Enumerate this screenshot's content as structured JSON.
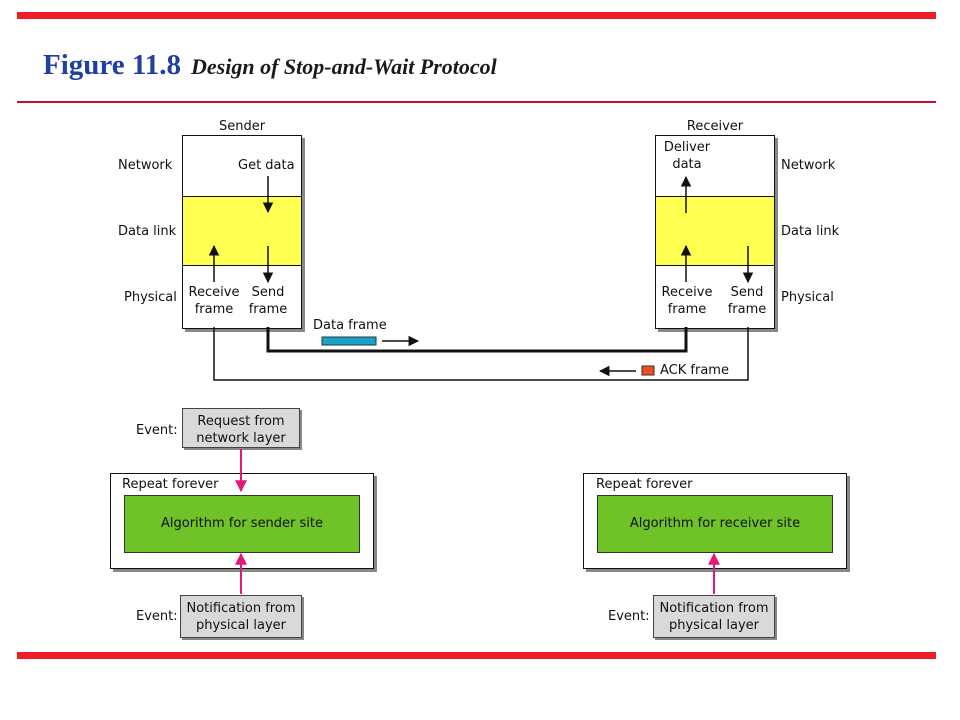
{
  "header": {
    "figure_number": "Figure 11.8",
    "caption": "Design of Stop-and-Wait Protocol"
  },
  "sender": {
    "title": "Sender",
    "get_data": "Get data",
    "receive_frame_l1": "Receive",
    "receive_frame_l2": "frame",
    "send_frame_l1": "Send",
    "send_frame_l2": "frame"
  },
  "receiver": {
    "title": "Receiver",
    "deliver_data_l1": "Deliver",
    "deliver_data_l2": "data",
    "receive_frame_l1": "Receive",
    "receive_frame_l2": "frame",
    "send_frame_l1": "Send",
    "send_frame_l2": "frame"
  },
  "layers": {
    "network": "Network",
    "data_link": "Data link",
    "physical": "Physical"
  },
  "frames": {
    "data_frame": "Data frame",
    "ack_frame": "ACK frame",
    "data_frame_color": "#1aa3c8",
    "ack_frame_color": "#f04a1e"
  },
  "sender_algo": {
    "event_label_top": "Event:",
    "request_l1": "Request from",
    "request_l2": "network layer",
    "loop_label": "Repeat forever",
    "algorithm": "Algorithm for sender site",
    "event_label_bottom": "Event:",
    "notification_l1": "Notification from",
    "notification_l2": "physical layer"
  },
  "receiver_algo": {
    "loop_label": "Repeat forever",
    "algorithm": "Algorithm for receiver site",
    "event_label_bottom": "Event:",
    "notification_l1": "Notification from",
    "notification_l2": "physical layer"
  },
  "colors": {
    "accent_red": "#ee1c25",
    "title_blue": "#1f3fa6",
    "data_link_yellow": "#ffff4f",
    "algorithm_green": "#70c229",
    "event_arrow_magenta": "#e6177a"
  }
}
